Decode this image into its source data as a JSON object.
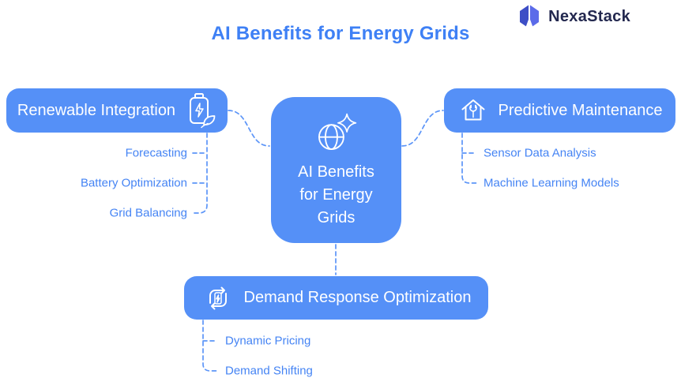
{
  "page": {
    "title": "AI Benefits for Energy Grids"
  },
  "brand": {
    "name": "NexaStack"
  },
  "center": {
    "label": "AI Benefits for Energy Grids",
    "lines": [
      "AI Benefits",
      "for Energy",
      "Grids"
    ],
    "icon": "globe-sparkle-icon"
  },
  "branches": [
    {
      "label": "Renewable Integration",
      "icon": "battery-leaf-icon",
      "side": "left",
      "children": [
        "Forecasting",
        "Battery Optimization",
        "Grid Balancing"
      ]
    },
    {
      "label": "Predictive Maintenance",
      "icon": "house-wrench-icon",
      "side": "right",
      "children": [
        "Sensor Data Analysis",
        "Machine Learning Models"
      ]
    },
    {
      "label": "Demand Response Optimization",
      "icon": "battery-cycle-icon",
      "side": "bottom",
      "children": [
        "Dynamic Pricing",
        "Demand Shifting"
      ]
    }
  ],
  "colors": {
    "node_fill": "#5590F7",
    "node_text": "#FFFFFF",
    "title_text": "#3E80F5",
    "sub_label_text": "#4584F4",
    "connector": "#5C95F8",
    "logo_text": "#23284F",
    "logo_mark_dark": "#3D4EC6",
    "logo_mark_light": "#5B6BE9"
  }
}
